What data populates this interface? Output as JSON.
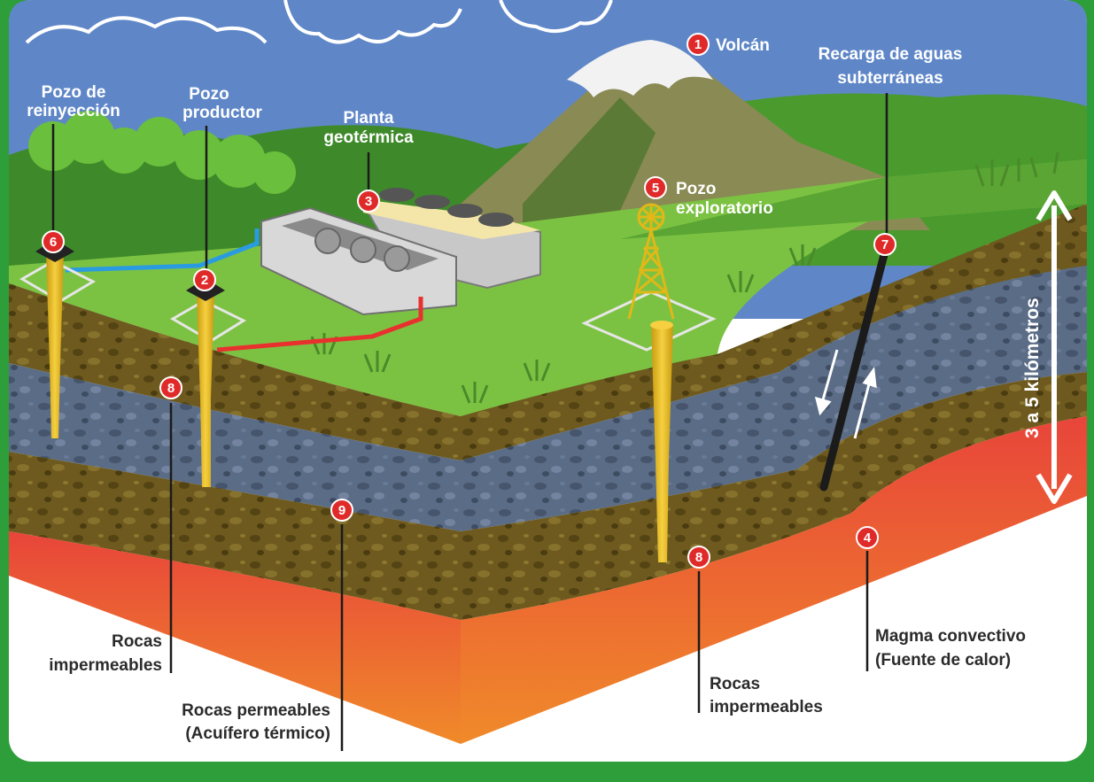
{
  "labels": {
    "volcano": "Volcán",
    "recharge_line1": "Recarga de aguas",
    "recharge_line2": "subterráneas",
    "reinjection_line1": "Pozo de",
    "reinjection_line2": "reinyección",
    "producer_line1": "Pozo",
    "producer_line2": "productor",
    "plant_line1": "Planta",
    "plant_line2": "geotérmica",
    "exploratory_line1": "Pozo",
    "exploratory_line2": "exploratorio",
    "depth_scale": "3 a 5 kilómetros",
    "impermeable_left_line1": "Rocas",
    "impermeable_left_line2": "impermeables",
    "permeable_line1": "Rocas permeables",
    "permeable_line2": "(Acuífero térmico)",
    "impermeable_right_line1": "Rocas",
    "impermeable_right_line2": "impermeables",
    "magma_line1": "Magma convectivo",
    "magma_line2": "(Fuente de calor)"
  },
  "markers": {
    "m1": "1",
    "m2": "2",
    "m3": "3",
    "m4": "4",
    "m5": "5",
    "m6": "6",
    "m7": "7",
    "m8a": "8",
    "m8b": "8",
    "m9": "9"
  },
  "colors": {
    "frame": "#2e9e3a",
    "sky": "#5f87c8",
    "grass": "#7cc242",
    "soil": "#6e5a1e",
    "aquifer": "#5a6c86",
    "magma": "#e8453a",
    "pipe_hot": "#e8312f",
    "pipe_cold": "#2a9be0",
    "well": "#f0c020",
    "marker": "#e02a2a"
  }
}
